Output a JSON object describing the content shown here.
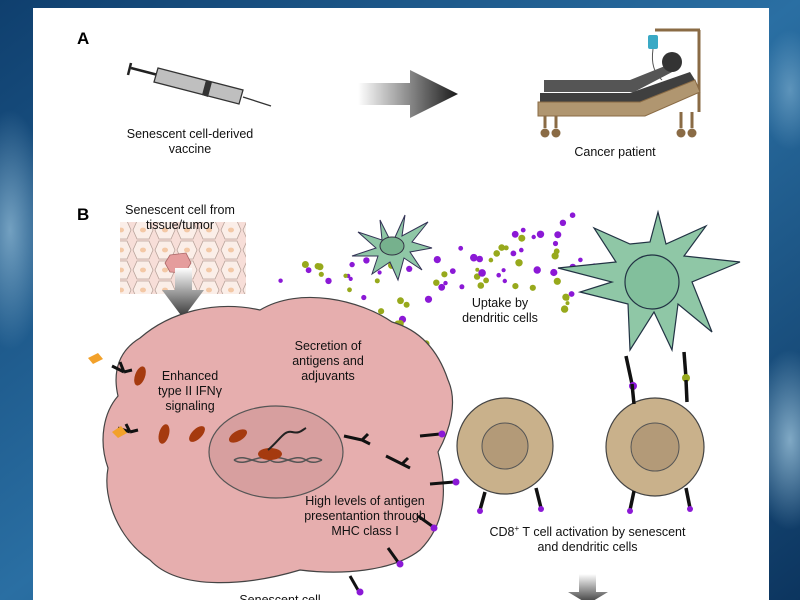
{
  "panel_a": {
    "letter": "A",
    "vaccine_label_1": "Senescent cell-derived",
    "vaccine_label_2": "vaccine",
    "patient_label": "Cancer patient"
  },
  "panel_b": {
    "letter": "B",
    "source_label_1": "Senescent cell from",
    "source_label_2": "tissue/tumor",
    "uptake_label_1": "Uptake by",
    "uptake_label_2": "dendritic cells",
    "secretion_label_1": "Secretion of",
    "secretion_label_2": "antigens and",
    "secretion_label_3": "adjuvants",
    "ifn_label_1": "Enhanced",
    "ifn_label_2": "type II IFNγ",
    "ifn_label_3": "signaling",
    "mhc_label_1": "High levels of antigen",
    "mhc_label_2": "presentantion through",
    "mhc_label_3": "MHC class I",
    "tcell_label_1_pre": "CD8",
    "tcell_label_1_sup": "+",
    "tcell_label_1_post": " T cell activation by senescent",
    "tcell_label_2": "and dendritic cells",
    "bottom_cut_label": "Senescent cell"
  },
  "colors": {
    "senescent_cell_fill": "#e6aeae",
    "dendritic_cell_fill": "#8fc7a6",
    "t_cell_fill": "#c9b18b",
    "antigen_purple": "#8b19d6",
    "adjuvant_green": "#97a91c",
    "organelle_brown": "#a53a0f",
    "background_blue": "#1d5a8a"
  }
}
